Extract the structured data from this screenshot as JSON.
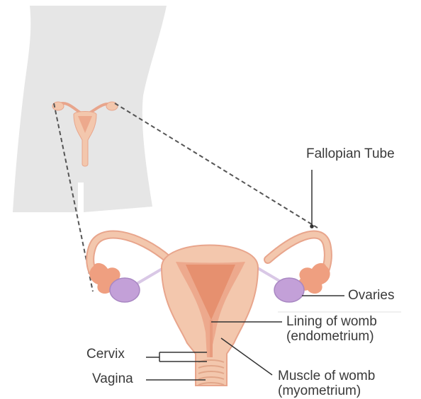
{
  "labels": {
    "fallopian_tube": "Fallopian Tube",
    "ovaries": "Ovaries",
    "lining_line1": "Lining of womb",
    "lining_line2": "(endometrium)",
    "cervix": "Cervix",
    "vagina": "Vagina",
    "muscle_line1": "Muscle of womb",
    "muscle_line2": "(myometrium)"
  },
  "colors": {
    "body_silhouette": "#e6e6e6",
    "tissue": "#f3c7ad",
    "tissue_outline": "#e8a58c",
    "inner_cavity": "#eda98d",
    "fimbriae": "#ef9f80",
    "ovary": "#c3a0d8",
    "ovary_outline": "#a887c2",
    "leader_line": "#333333",
    "zoom_dash": "#555555",
    "divider": "#e2e2e2"
  }
}
